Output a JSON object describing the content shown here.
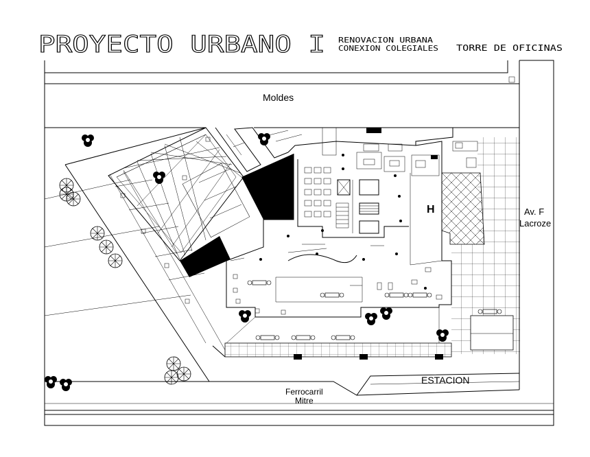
{
  "title": {
    "main": "PROYECTO URBANO I",
    "line1": "RENOVACION URBANA",
    "line2": "CONEXION COLEGIALES",
    "right": "TORRE DE OFICINAS"
  },
  "streets": {
    "top": "Moldes",
    "right_1": "Av. F",
    "right_2": "Lacroze",
    "rail_1": "Ferrocarril",
    "rail_2": "Mitre",
    "station": "ESTACION"
  },
  "symbols": {
    "tree": "tree-symbol-icon",
    "bench": "bench-symbol-icon",
    "helipad": "helipad-icon"
  },
  "colors": {
    "ink": "#000000",
    "paper": "#ffffff"
  }
}
